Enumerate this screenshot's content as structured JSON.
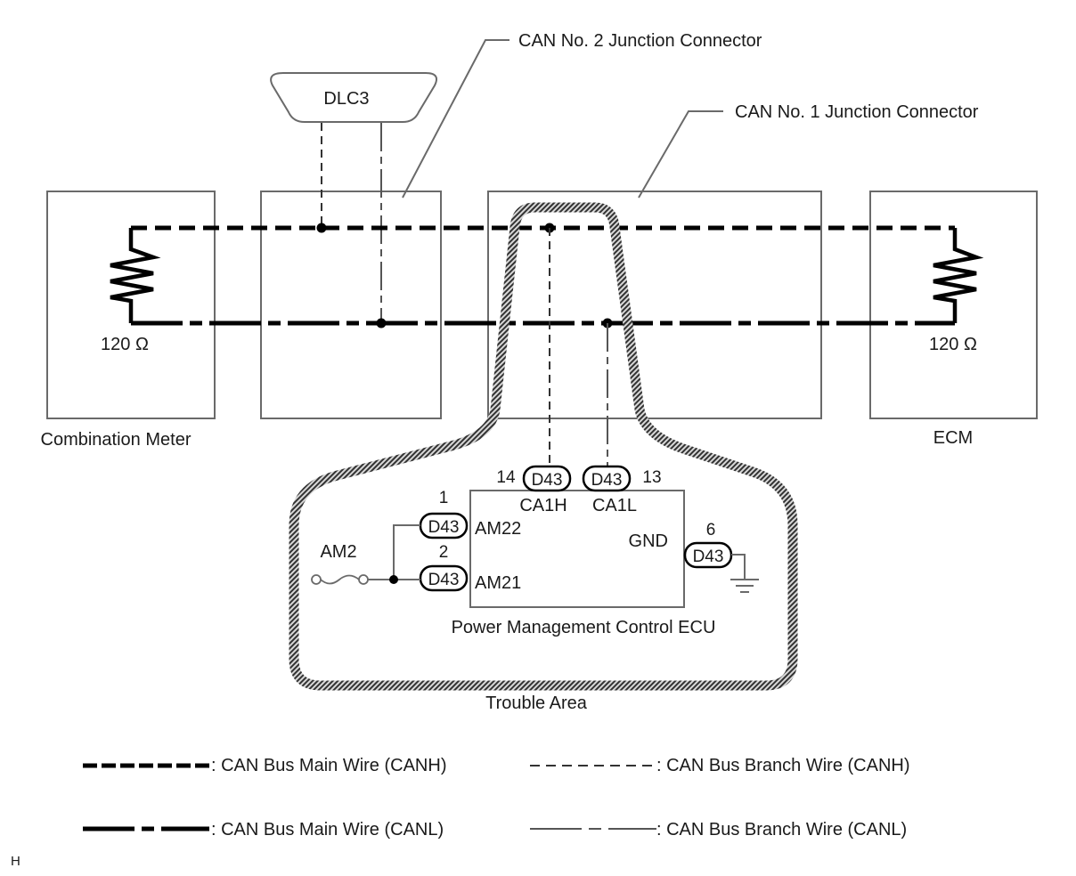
{
  "title_callouts": {
    "can2": "CAN No. 2 Junction Connector",
    "can1": "CAN No. 1 Junction Connector"
  },
  "components": {
    "dlc3": "DLC3",
    "combination_meter": "Combination Meter",
    "ecm": "ECM",
    "resistor_left": "120 Ω",
    "resistor_right": "120 Ω",
    "ecu": "Power Management Control ECU",
    "trouble_area": "Trouble Area",
    "fuse": "AM2"
  },
  "ecu_pins": [
    {
      "connector": "D43",
      "pin": "14",
      "name": "CA1H"
    },
    {
      "connector": "D43",
      "pin": "13",
      "name": "CA1L"
    },
    {
      "connector": "D43",
      "pin": "1",
      "name": "AM22"
    },
    {
      "connector": "D43",
      "pin": "2",
      "name": "AM21"
    },
    {
      "connector": "D43",
      "pin": "6",
      "name": "GND"
    }
  ],
  "legend": [
    {
      "style": "main-canh",
      "label": ": CAN Bus Main Wire (CANH)"
    },
    {
      "style": "branch-canh",
      "label": ": CAN Bus Branch Wire (CANH)"
    },
    {
      "style": "main-canl",
      "label": ": CAN Bus Main Wire (CANL)"
    },
    {
      "style": "branch-canl",
      "label": ": CAN Bus Branch Wire (CANL)"
    }
  ],
  "footer_code": "H"
}
